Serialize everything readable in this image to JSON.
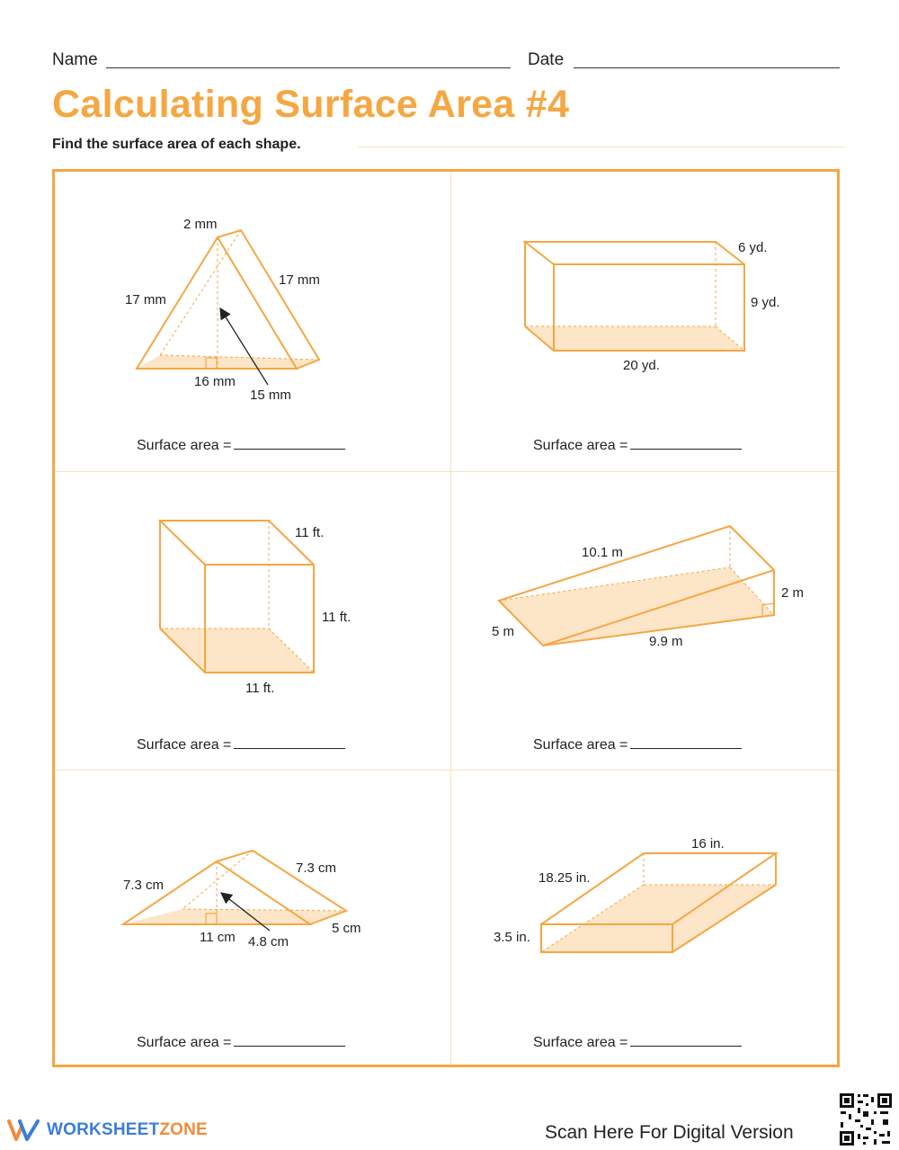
{
  "header": {
    "name_label": "Name",
    "date_label": "Date",
    "title": "Calculating Surface Area #4",
    "instruction": "Find the surface area of each shape."
  },
  "answer_label": "Surface area =",
  "problems": [
    {
      "shape": "triangular-prism",
      "labels": [
        "2 mm",
        "17 mm",
        "17 mm",
        "16 mm",
        "15 mm"
      ]
    },
    {
      "shape": "rectangular-prism",
      "labels": [
        "6 yd.",
        "9 yd.",
        "20 yd."
      ]
    },
    {
      "shape": "cube",
      "labels": [
        "11 ft.",
        "11 ft.",
        "11 ft."
      ]
    },
    {
      "shape": "triangular-prism",
      "labels": [
        "10.1 m",
        "2 m",
        "5 m",
        "9.9 m"
      ]
    },
    {
      "shape": "triangular-prism",
      "labels": [
        "7.3 cm",
        "7.3 cm",
        "11 cm",
        "4.8 cm",
        "5 cm"
      ]
    },
    {
      "shape": "rectangular-prism",
      "labels": [
        "16 in.",
        "18.25 in.",
        "3.5 in."
      ]
    }
  ],
  "footer": {
    "brand_left": "WORKSHEET",
    "brand_right": "ZONE",
    "scan_text": "Scan Here For Digital Version"
  },
  "colors": {
    "accent": "#f5a742",
    "fill": "#fde5c8",
    "brand_blue": "#3b7dd8"
  }
}
